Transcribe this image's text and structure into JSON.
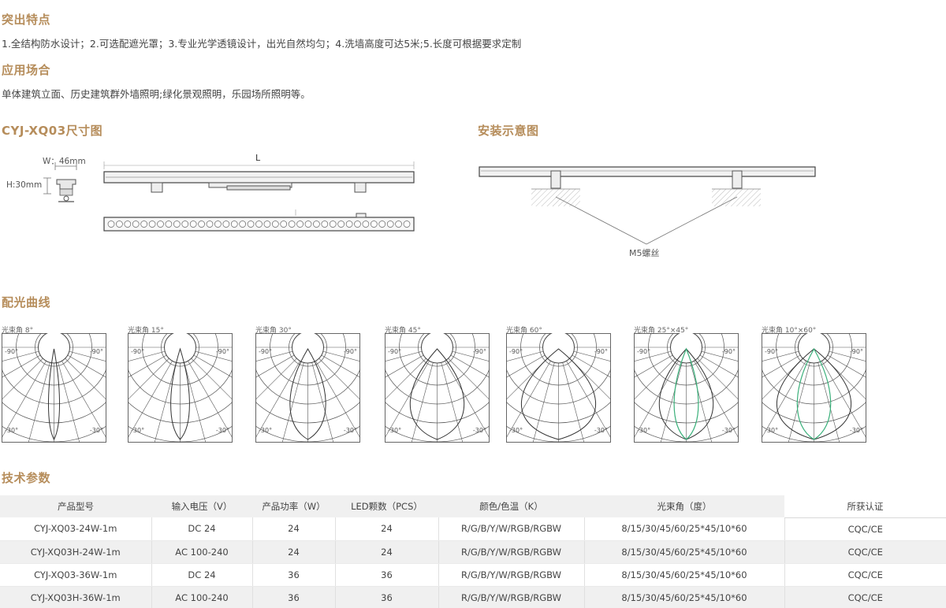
{
  "features": {
    "heading": "突出特点",
    "text": "1.全结构防水设计；2.可选配遮光罩；3.专业光学透镜设计，出光自然均匀；4.洗墙高度可达5米;5.长度可根据要求定制"
  },
  "application": {
    "heading": "应用场合",
    "text": "单体建筑立面、历史建筑群外墙照明;绿化景观照明，乐园场所照明等。"
  },
  "dimension": {
    "heading": "CYJ-XQ03尺寸图",
    "width_label": "W：46mm",
    "height_label": "H:30mm",
    "length_label": "L"
  },
  "install": {
    "heading": "安装示意图",
    "screw_label": "M5螺丝"
  },
  "curves": {
    "heading": "配光曲线",
    "items": [
      {
        "label": "光束角  8°",
        "left": "-90°",
        "right": "-90°",
        "bottom_left": "-30°",
        "bottom_right": "-30°",
        "spread": 8,
        "green": false
      },
      {
        "label": "光束角 15°",
        "left": "-90°",
        "right": "-90°",
        "bottom_left": "-30°",
        "bottom_right": "-30°",
        "spread": 15,
        "green": false
      },
      {
        "label": "光束角 30°",
        "left": "-90°",
        "right": "-90°",
        "bottom_left": "-30°",
        "bottom_right": "-30°",
        "spread": 30,
        "green": false
      },
      {
        "label": "光束角 45°",
        "left": "-90°",
        "right": "-90°",
        "bottom_left": "-30°",
        "bottom_right": "-30°",
        "spread": 45,
        "green": false
      },
      {
        "label": "光束角 60°",
        "left": "-90°",
        "right": "-90°",
        "bottom_left": "-30°",
        "bottom_right": "-30°",
        "spread": 60,
        "green": false
      },
      {
        "label": "光束角 25°×45°",
        "left": "-90°",
        "right": "-90°",
        "bottom_left": "-30°",
        "bottom_right": "-30°",
        "spread": 45,
        "green": true
      },
      {
        "label": "光束角 10°×60°",
        "left": "-90°",
        "right": "-90°",
        "bottom_left": "-30°",
        "bottom_right": "-30°",
        "spread": 60,
        "green": true
      }
    ]
  },
  "spec": {
    "heading": "技术参数",
    "columns": [
      "产品型号",
      "输入电压（V）",
      "产品功率（W）",
      "LED颗数（PCS）",
      "颜色/色温（K）",
      "光束角（度）",
      "所获认证"
    ],
    "rows": [
      [
        "CYJ-XQ03-24W-1m",
        "DC 24",
        "24",
        "24",
        "R/G/B/Y/W/RGB/RGBW",
        "8/15/30/45/60/25*45/10*60",
        "CQC/CE"
      ],
      [
        "CYJ-XQ03H-24W-1m",
        "AC 100-240",
        "24",
        "24",
        "R/G/B/Y/W/RGB/RGBW",
        "8/15/30/45/60/25*45/10*60",
        "CQC/CE"
      ],
      [
        "CYJ-XQ03-36W-1m",
        "DC 24",
        "36",
        "36",
        "R/G/B/Y/W/RGB/RGBW",
        "8/15/30/45/60/25*45/10*60",
        "CQC/CE"
      ],
      [
        "CYJ-XQ03H-36W-1m",
        "AC 100-240",
        "36",
        "36",
        "R/G/B/Y/W/RGB/RGBW",
        "8/15/30/45/60/25*45/10*60",
        "CQC/CE"
      ]
    ]
  },
  "colors": {
    "accent": "#b68d5b",
    "curve_green": "#3ab07a"
  }
}
